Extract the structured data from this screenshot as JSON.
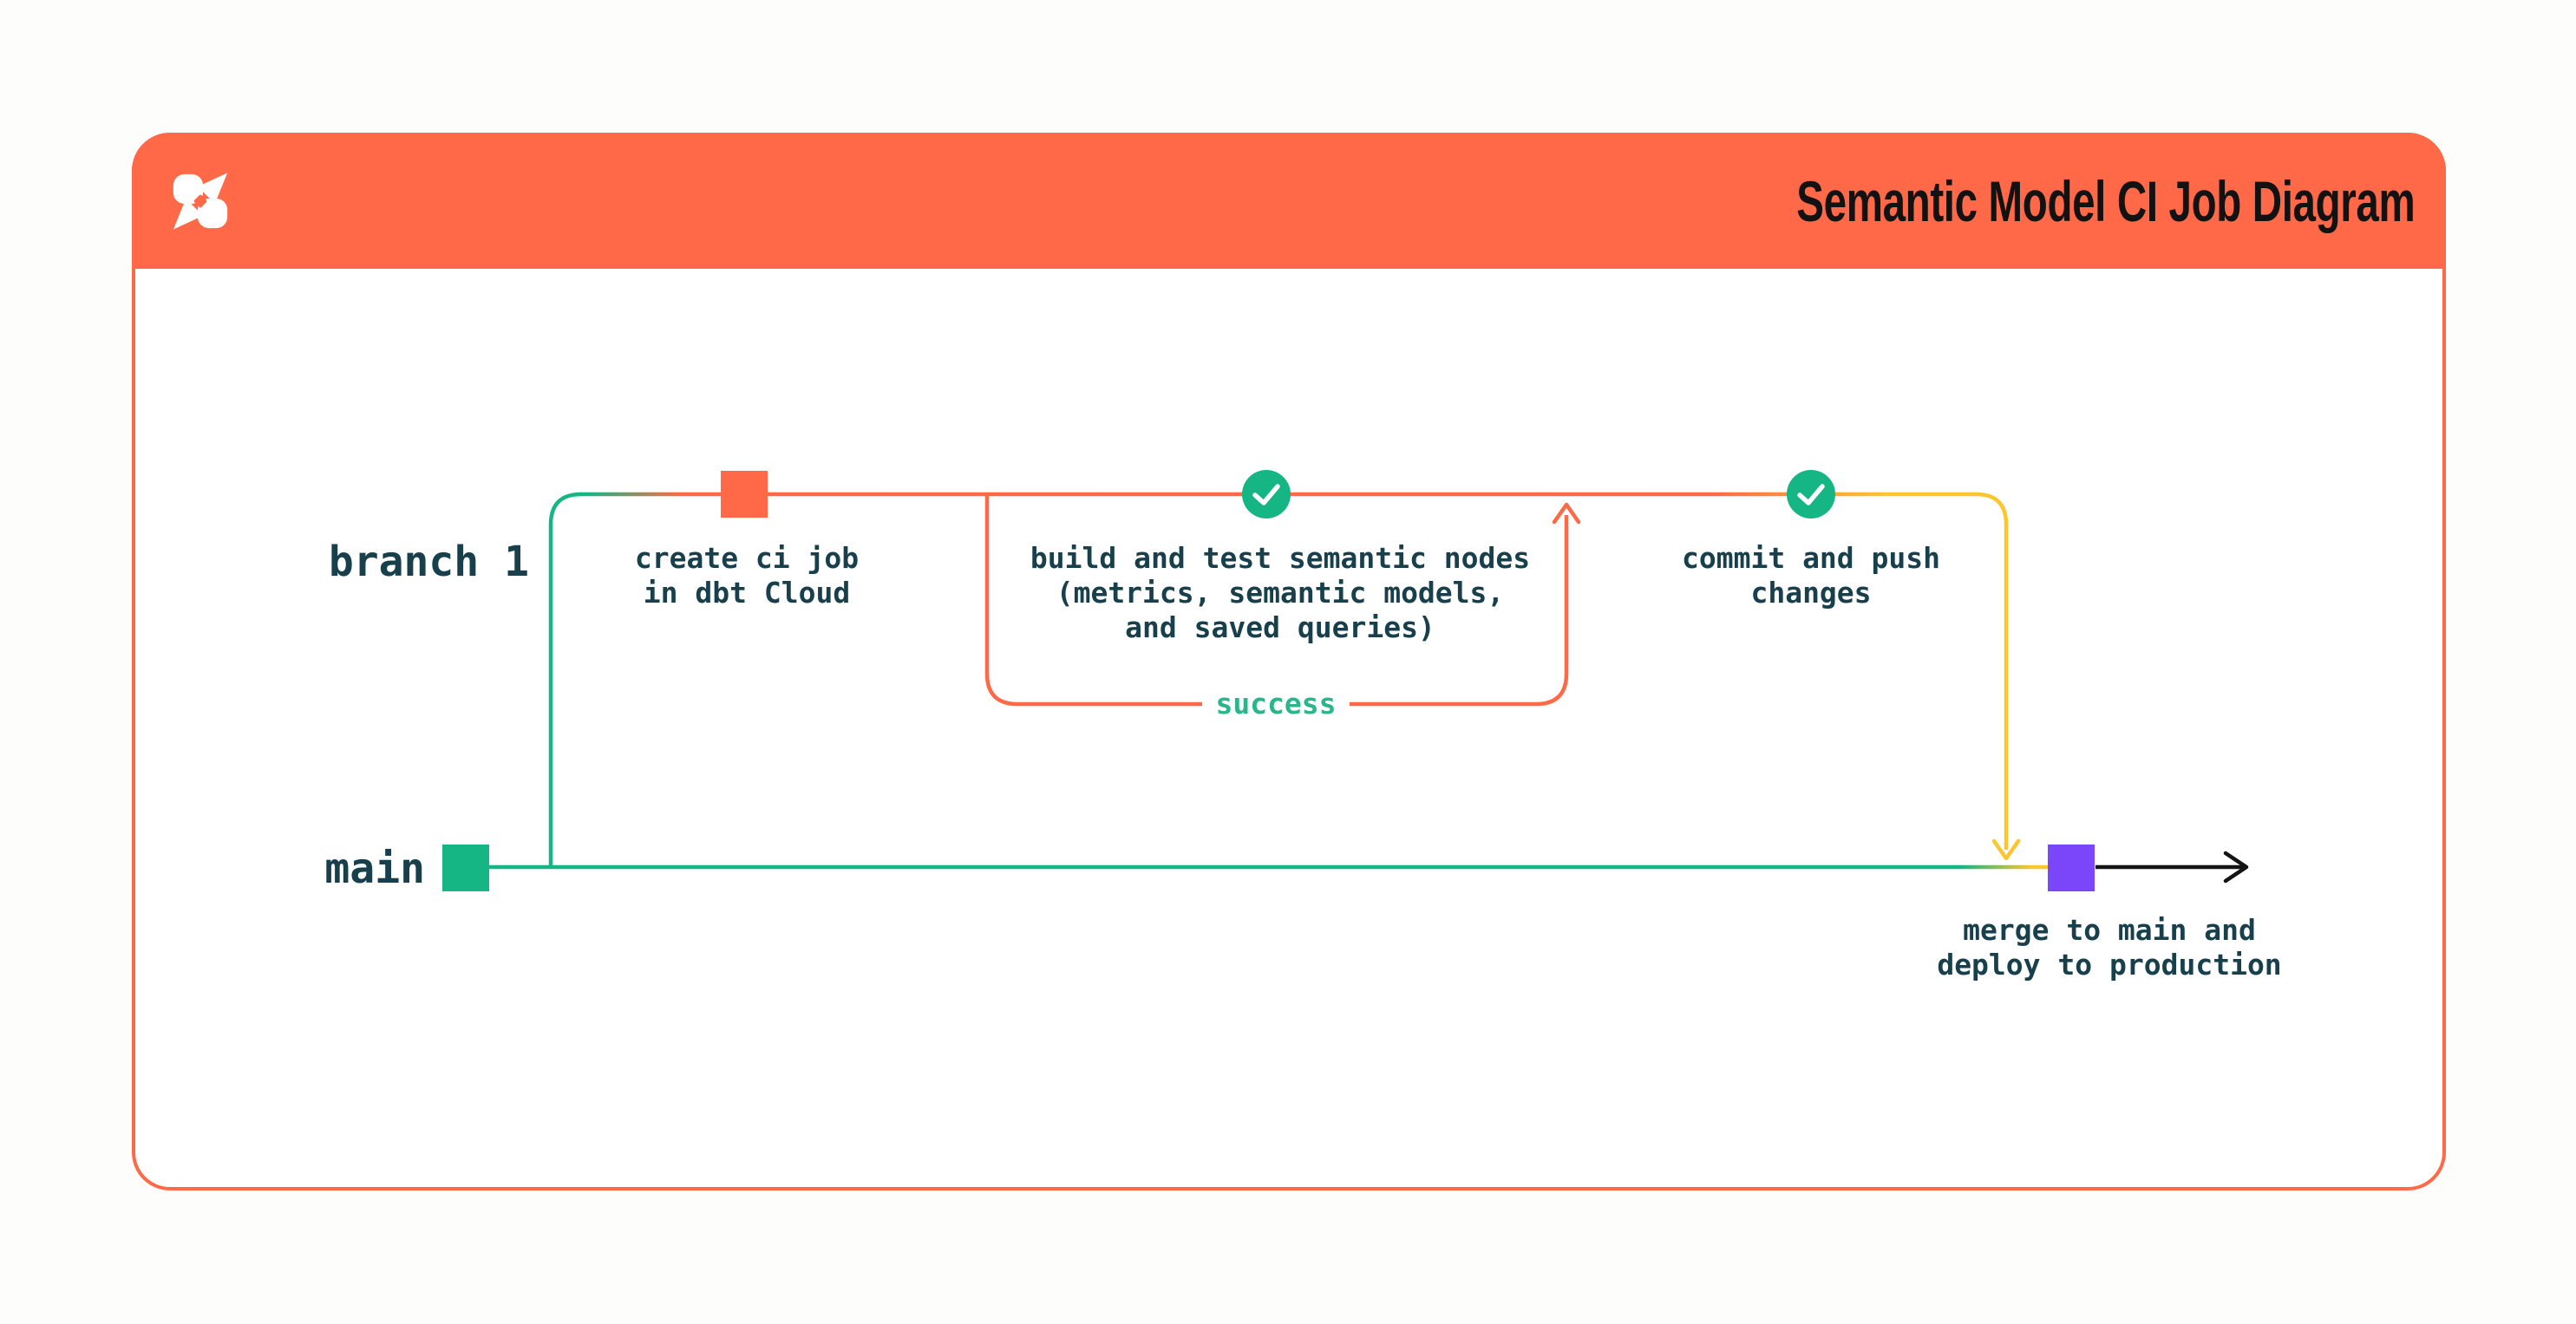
{
  "header": {
    "title": "Semantic Model CI Job Diagram"
  },
  "labels": {
    "branch1": "branch 1",
    "main": "main"
  },
  "captions": {
    "create_ci_job": "create ci job\nin dbt Cloud",
    "build_and_test": "build and test semantic nodes\n(metrics, semantic models,\nand saved queries)",
    "commit_and_push": "commit and push\nchanges",
    "merge_to_main": "merge to main and\ndeploy to production",
    "success": "success"
  },
  "icons": {
    "logo": "dbt-logo",
    "node_checks": [
      "check-circle",
      "check-circle"
    ],
    "arrowheads": [
      "success-arrowhead-up",
      "merge-arrowhead-down",
      "flow-arrowhead-right"
    ]
  },
  "colors": {
    "orange": "#FF6947",
    "green": "#16B584",
    "yellow": "#FDC62F",
    "purple": "#7B46F9",
    "text_dark": "#17404C",
    "success_green": "#2BB58B",
    "arrow_black": "#141414",
    "title_text": "#121212",
    "card_bg": "#FFFFFF",
    "page_bg": "#FDFDFB"
  }
}
